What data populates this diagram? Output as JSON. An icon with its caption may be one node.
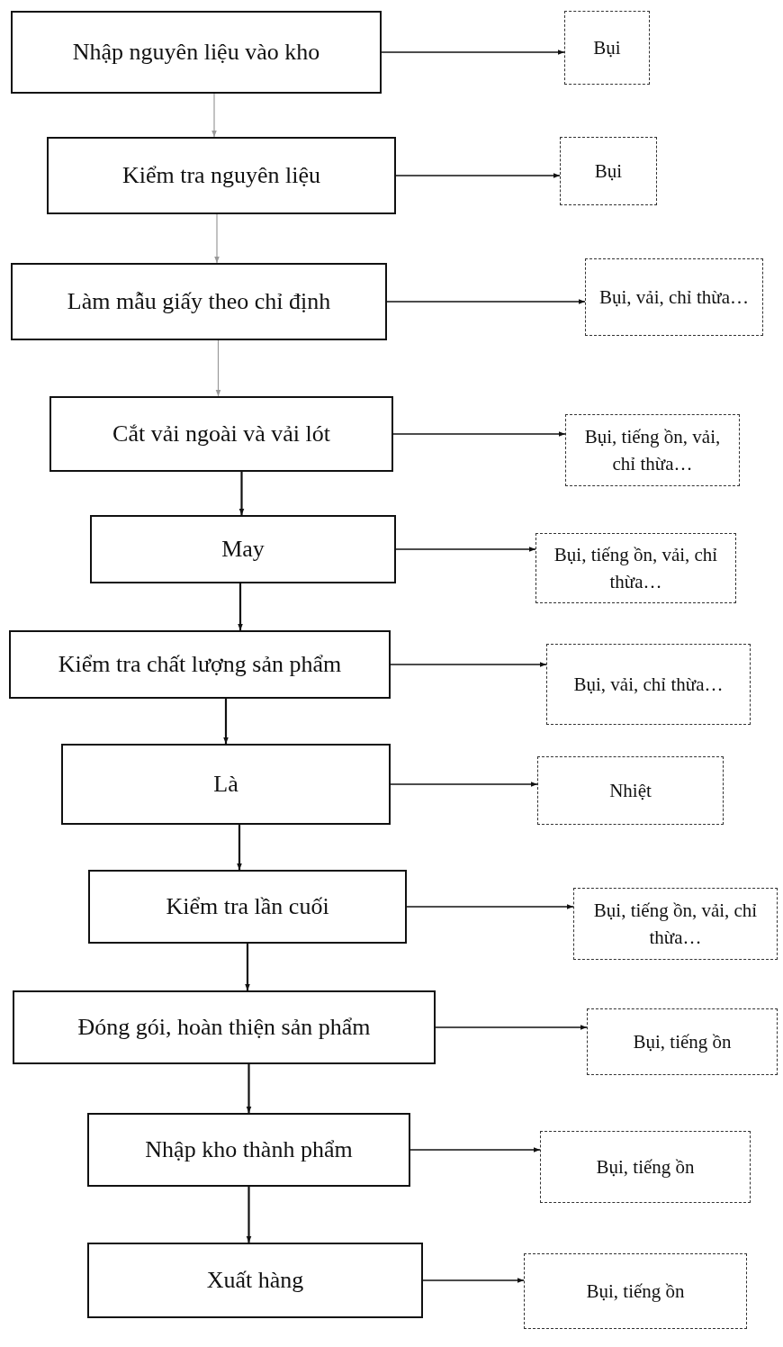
{
  "diagram": {
    "nodes": [
      {
        "text": [
          "Nhập nguyên liệu vào kho"
        ]
      },
      {
        "text": [
          "Bụi"
        ]
      },
      {
        "text": [
          "Kiểm tra nguyên liệu"
        ]
      },
      {
        "text": [
          "Bụi"
        ]
      },
      {
        "text": [
          "Làm mẫu giấy theo chỉ định"
        ]
      },
      {
        "text": [
          "Bụi, vải, chỉ thừa…"
        ]
      },
      {
        "text": [
          "Cắt vải ngoài và vải lót"
        ]
      },
      {
        "text": [
          "Bụi, tiếng ồn, vải, chỉ thừa…"
        ]
      },
      {
        "text": [
          "May"
        ]
      },
      {
        "text": [
          "Bụi, tiếng ồn, vải, chỉ thừa…"
        ]
      },
      {
        "text": [
          "Kiểm tra chất lượng sản phẩm"
        ]
      },
      {
        "text": [
          "Bụi, vải, chỉ thừa…"
        ]
      },
      {
        "text": [
          "Là"
        ]
      },
      {
        "text": [
          "Nhiệt"
        ]
      },
      {
        "text": [
          "Kiểm tra lần cuối"
        ]
      },
      {
        "text": [
          "Bụi, tiếng ồn, vải, chỉ thừa…"
        ]
      },
      {
        "text": [
          "Đóng gói, hoàn thiện sản phẩm"
        ]
      },
      {
        "text": [
          "Bụi, tiếng ồn"
        ]
      },
      {
        "text": [
          "Nhập kho thành phẩm"
        ]
      },
      {
        "text": [
          "Bụi, tiếng ồn"
        ]
      },
      {
        "text": [
          "Xuất hàng"
        ]
      },
      {
        "text": [
          "Bụi, tiếng ồn"
        ]
      }
    ],
    "edges": [
      {
        "from": 0,
        "to": 1,
        "arrow": "to"
      },
      {
        "from": 0,
        "to": 2,
        "arrow": "to",
        "color": "#999999"
      },
      {
        "from": 2,
        "to": 3,
        "arrow": "to"
      },
      {
        "from": 2,
        "to": 4,
        "arrow": "to",
        "color": "#999999"
      },
      {
        "from": 4,
        "to": 5,
        "arrow": "to"
      },
      {
        "from": 4,
        "to": 6,
        "arrow": "to",
        "color": "#999999"
      },
      {
        "from": 6,
        "to": 7,
        "arrow": "to"
      },
      {
        "from": 6,
        "to": 8,
        "arrow": "to"
      },
      {
        "from": 8,
        "to": 9,
        "arrow": "to"
      },
      {
        "from": 8,
        "to": 10,
        "arrow": "to"
      },
      {
        "from": 10,
        "to": 11,
        "arrow": "to"
      },
      {
        "from": 10,
        "to": 12,
        "arrow": "to"
      },
      {
        "from": 12,
        "to": 13,
        "arrow": "to"
      },
      {
        "from": 12,
        "to": 14,
        "arrow": "to"
      },
      {
        "from": 14,
        "to": 15,
        "arrow": "to"
      },
      {
        "from": 14,
        "to": 16,
        "arrow": "to"
      },
      {
        "from": 16,
        "to": 17,
        "arrow": "to"
      },
      {
        "from": 16,
        "to": 18,
        "arrow": "to"
      },
      {
        "from": 18,
        "to": 19,
        "arrow": "to"
      },
      {
        "from": 18,
        "to": 20,
        "arrow": "to"
      },
      {
        "from": 20,
        "to": 21,
        "arrow": "to"
      }
    ]
  }
}
